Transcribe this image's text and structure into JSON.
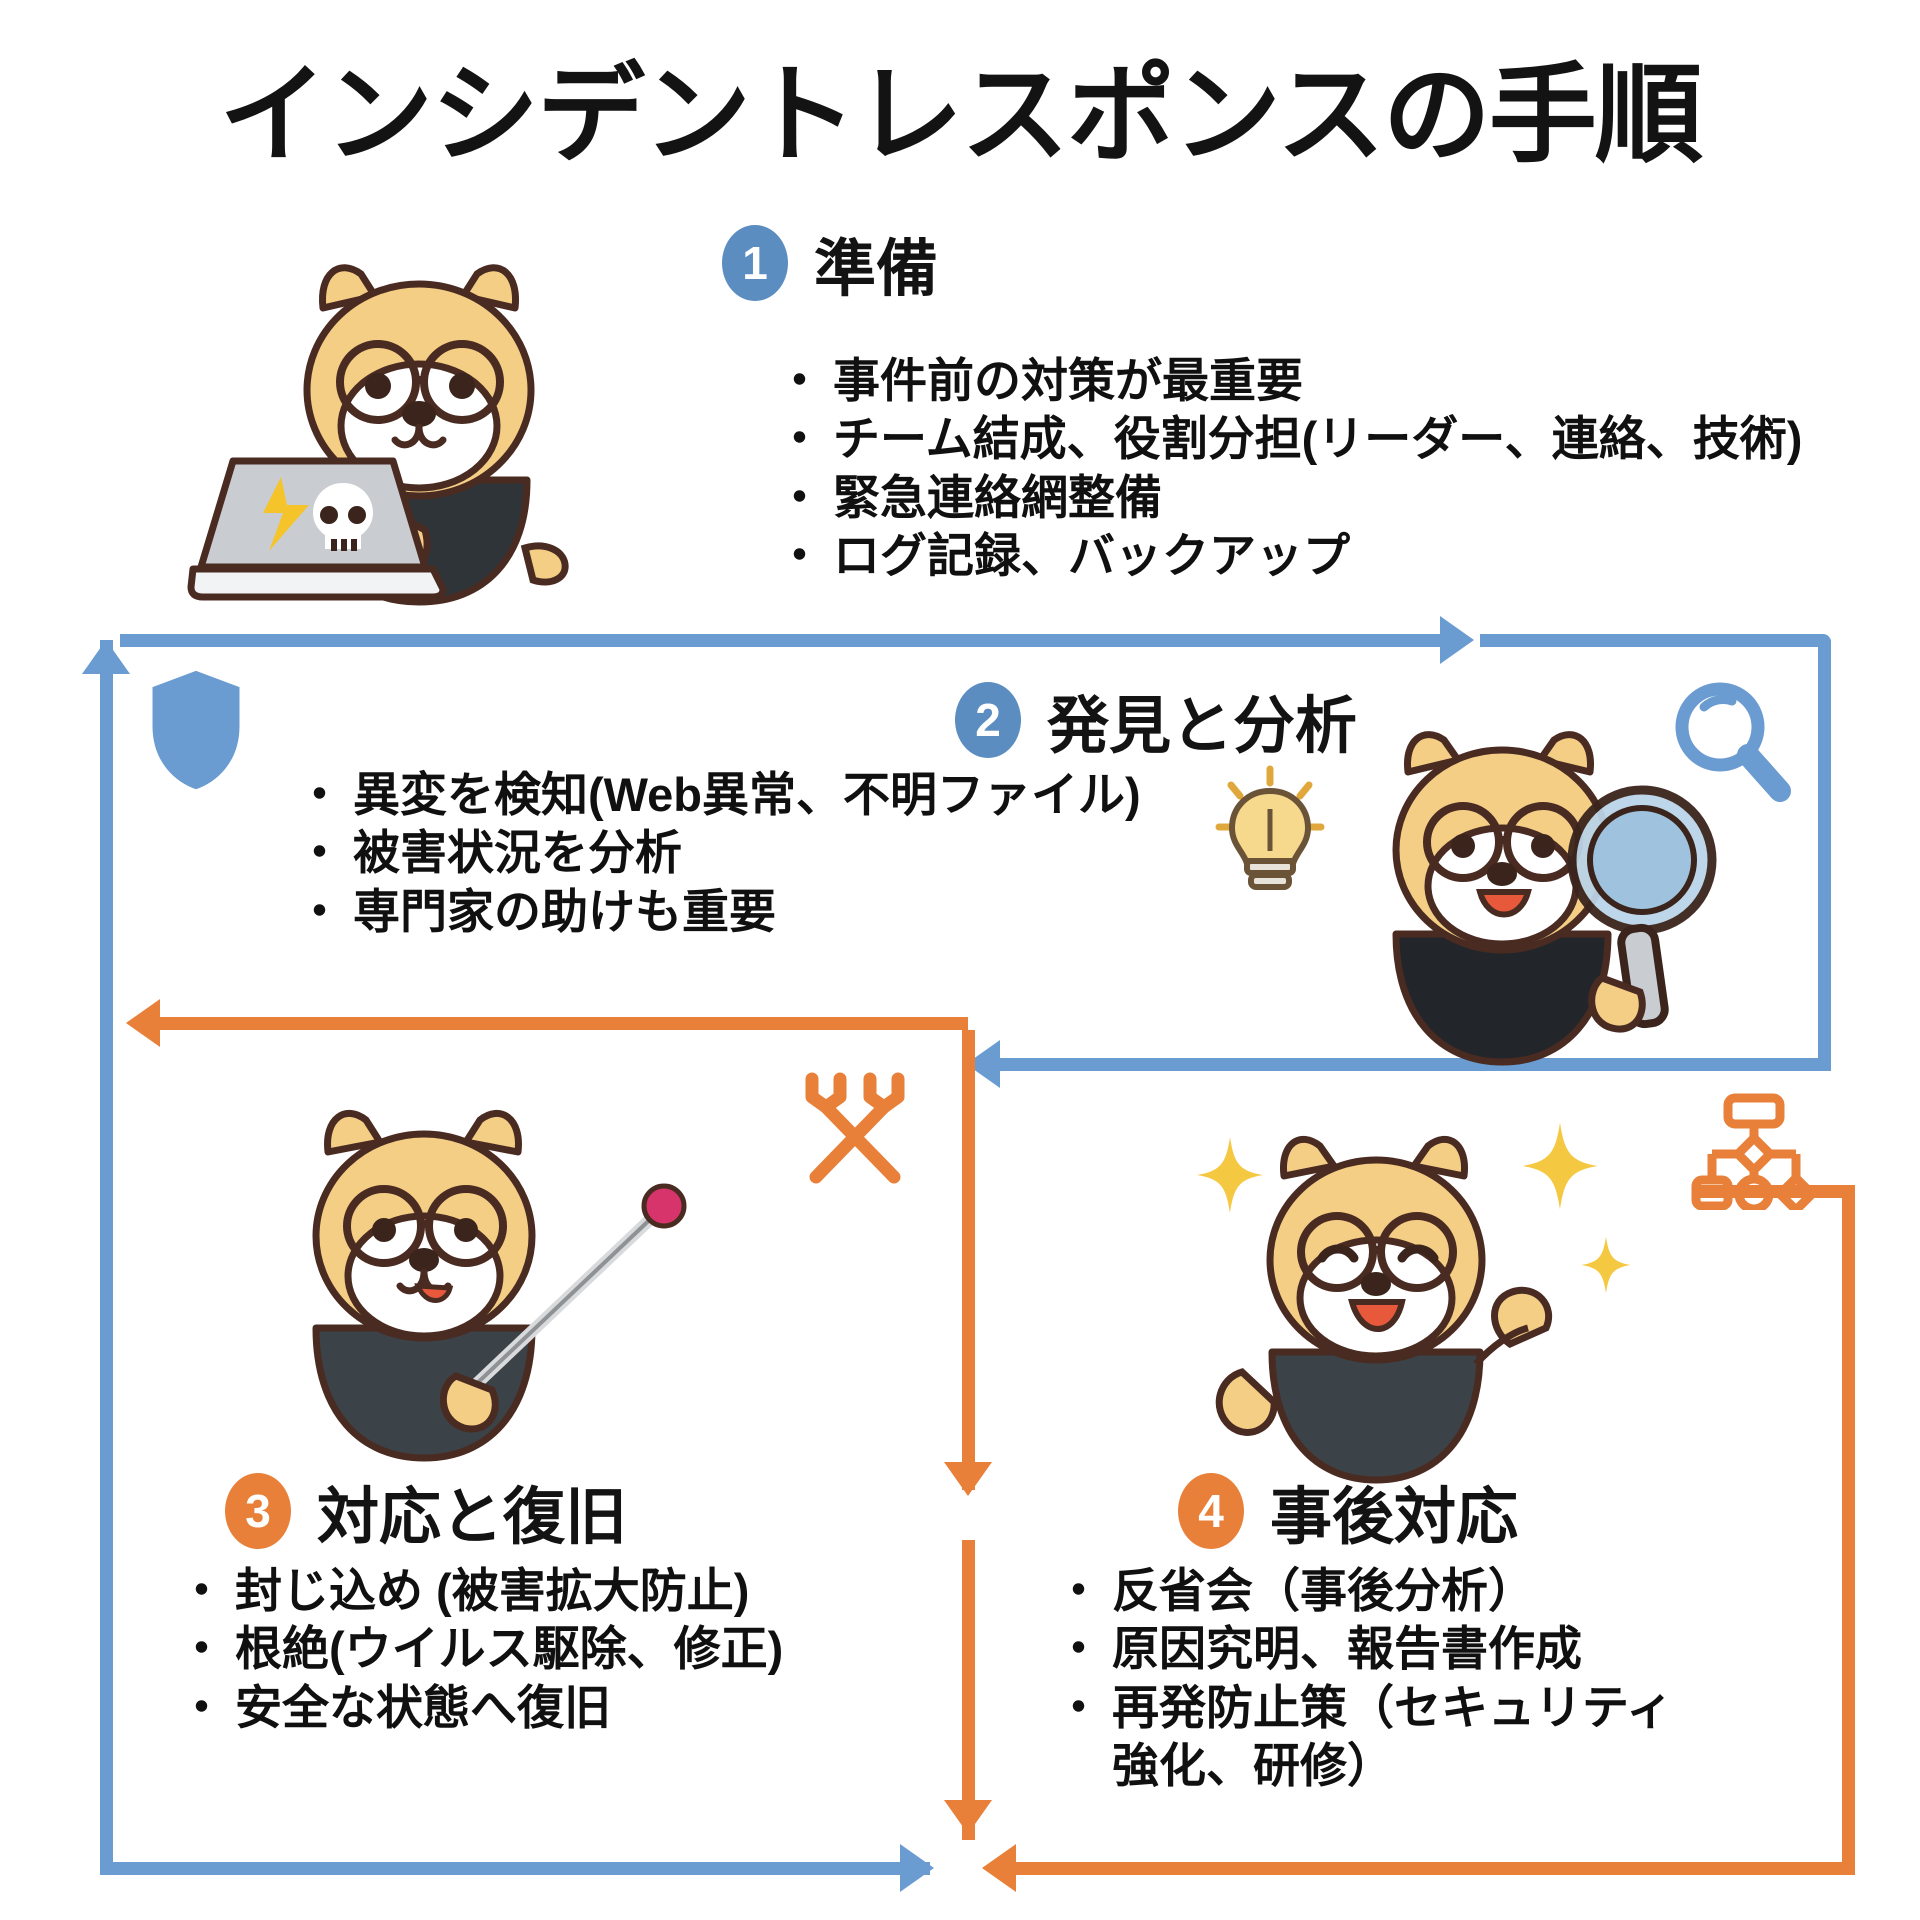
{
  "title": "インシデントレスポンスの手順",
  "colors": {
    "blue": "#6A9BD1",
    "badge_blue": "#5B8DC0",
    "orange": "#E8803A",
    "text": "#101010",
    "fur": "#F5CE85",
    "coat": "#2F3438"
  },
  "steps": [
    {
      "number": "1",
      "title": "準備",
      "accent": "blue",
      "bullets": [
        "事件前の対策が最重要",
        "チーム結成、役割分担(リーダー、連絡、技術)",
        "緊急連絡網整備",
        "ログ記録、バックアップ"
      ]
    },
    {
      "number": "2",
      "title": "発見と分析",
      "accent": "blue",
      "bullets": [
        "異変を検知(Web異常、不明ファイル)",
        "被害状況を分析",
        "専門家の助けも重要"
      ]
    },
    {
      "number": "3",
      "title": "対応と復旧",
      "accent": "orange",
      "bullets": [
        "封じ込め (被害拡大防止)",
        "根絶(ウイルス駆除、修正)",
        "安全な状態へ復旧"
      ]
    },
    {
      "number": "4",
      "title": "事後対応",
      "accent": "orange",
      "bullets": [
        "反省会（事後分析）",
        "原因究明、報告書作成",
        "再発防止策（セキュリティ\n強化、研修）"
      ]
    }
  ],
  "icons": {
    "shield": "shield-icon",
    "magnifier": "magnifier-icon",
    "wrench": "wrench-screwdriver-icon",
    "flowchart": "flowchart-icon",
    "lightbulb": "lightbulb-icon",
    "laptop_skull": "laptop-malware-icon",
    "sparkle": "sparkle-icon"
  },
  "bullet_marker": "・"
}
